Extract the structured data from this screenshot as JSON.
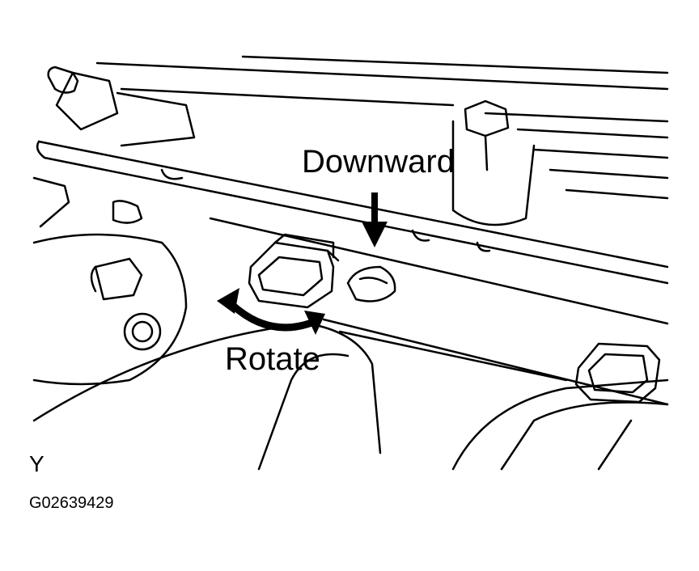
{
  "diagram": {
    "labels": {
      "downward": "Downward",
      "rotate": "Rotate",
      "view": "Y",
      "code": "G02639429"
    },
    "colors": {
      "line": "#000000",
      "background": "#ffffff"
    },
    "icons": {
      "downward_arrow": "arrow-down-icon",
      "rotate_arrow": "rotate-double-arrow-icon"
    }
  }
}
